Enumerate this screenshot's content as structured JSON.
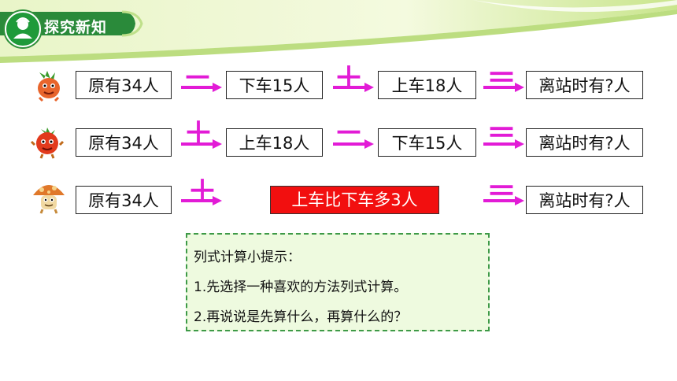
{
  "header": {
    "title": "探究新知"
  },
  "colors": {
    "accent_green": "#2f8f3a",
    "operator_magenta": "#e21bd6",
    "highlight_red": "#f20f0f",
    "tip_bg": "#eefadf"
  },
  "rows": [
    {
      "character": "carrot-character-icon",
      "box1": "原有34人",
      "op1": "－",
      "box2": "下车15人",
      "op2": "＋",
      "box3": "上车18人",
      "op3": "＝",
      "result": "离站时有?人"
    },
    {
      "character": "tomato-character-icon",
      "box1": "原有34人",
      "op1": "＋",
      "box2": "上车18人",
      "op2": "－",
      "box3": "下车15人",
      "op3": "＝",
      "result": "离站时有?人"
    },
    {
      "character": "mushroom-character-icon",
      "box1": "原有34人",
      "op1": "＋",
      "highlight": "上车比下车多3人",
      "op3": "＝",
      "result": "离站时有?人"
    }
  ],
  "tips": {
    "title": "列式计算小提示：",
    "line1": "1.先选择一种喜欢的方法列式计算。",
    "line2": "2.再说说是先算什么，再算什么的？"
  }
}
